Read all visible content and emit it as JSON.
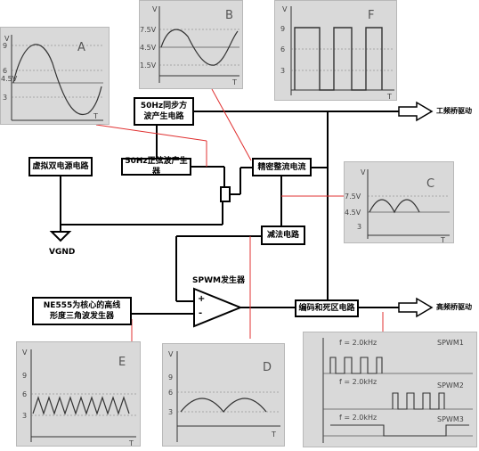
{
  "blocks": {
    "sync_square": "50Hz同步方\n波产生电路",
    "dual_supply": "虚拟双电源电路",
    "sine_gen": "50Hz正弦波产生器",
    "rectifier": "精密整流电流",
    "subtract": "减法电路",
    "triangle_gen": "NE555为核心的高线\n形度三角波发生器",
    "encoder": "编码和死区电路"
  },
  "labels": {
    "spwm": "SPWM发生器",
    "vgnd": "VGND",
    "out_low": "工频桥驱动",
    "out_high": "高频桥驱动",
    "plus": "+",
    "minus": "-"
  },
  "photos": {
    "A": {
      "letter": "A",
      "axis_v": "V",
      "axis_t": "T",
      "ticks": [
        "9",
        "6",
        "4.5V",
        "3"
      ]
    },
    "B": {
      "letter": "B",
      "axis_v": "V",
      "axis_t": "T",
      "ticks": [
        "7.5V",
        "4.5V",
        "1.5V"
      ]
    },
    "F": {
      "letter": "F",
      "axis_v": "V",
      "axis_t": "T",
      "ticks": [
        "9",
        "6",
        "3"
      ]
    },
    "C": {
      "letter": "C",
      "axis_v": "V",
      "axis_t": "T",
      "ticks": [
        "7.5V",
        "4.5V",
        "3"
      ]
    },
    "E": {
      "letter": "E",
      "axis_v": "V",
      "axis_t": "T",
      "ticks": [
        "9",
        "6",
        "3"
      ]
    },
    "D": {
      "letter": "D",
      "axis_v": "V",
      "axis_t": "T",
      "ticks": [
        "9",
        "6",
        "3"
      ]
    },
    "S": {
      "signals": [
        "SPWM1",
        "SPWM2",
        "SPWM3"
      ],
      "freqs": [
        "f = 2.0kHz",
        "f = 2.0kHz",
        "f = 2.0kHz"
      ]
    }
  }
}
